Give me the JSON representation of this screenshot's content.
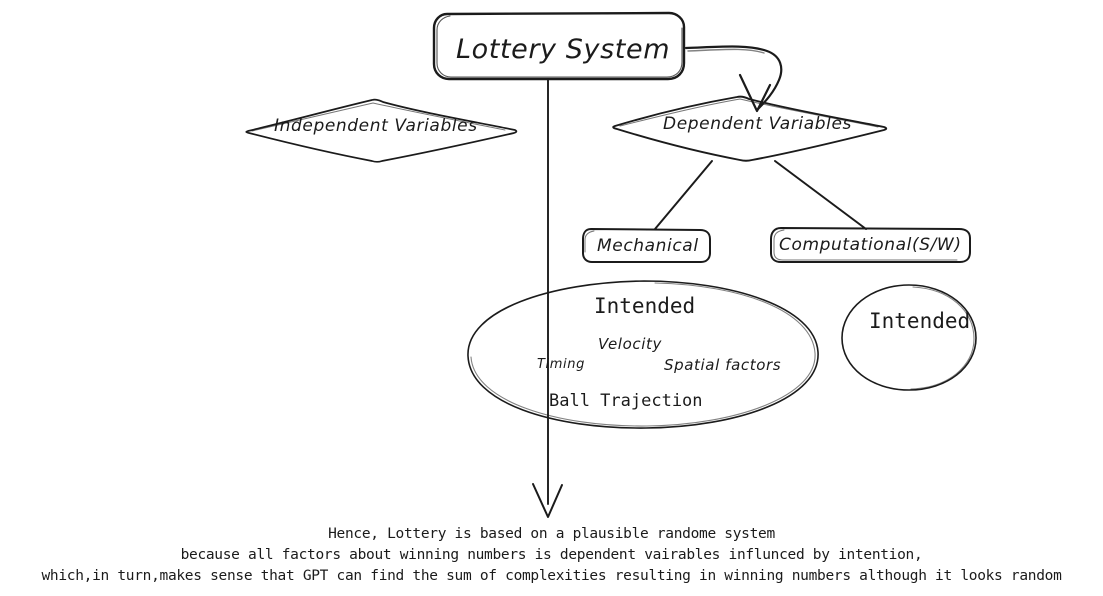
{
  "diagram": {
    "type": "hand-drawn concept map",
    "root": {
      "id": "lottery-system",
      "label": "Lottery System",
      "shape": "rounded-rectangle"
    },
    "branches": [
      {
        "id": "independent-variables",
        "label": "Independent Variables",
        "shape": "diamond"
      },
      {
        "id": "dependent-variables",
        "label": "Dependent Variables",
        "shape": "diamond"
      }
    ],
    "dependent_children": [
      {
        "id": "mechanical",
        "label": "Mechanical",
        "shape": "rounded-rectangle"
      },
      {
        "id": "computational",
        "label": "Computational(S/W)",
        "shape": "rounded-rectangle"
      }
    ],
    "mechanical_group": {
      "id": "mechanical-intended",
      "shape": "ellipse",
      "heading": "Intended",
      "factors": [
        {
          "id": "velocity",
          "label": "Velocity"
        },
        {
          "id": "timing",
          "label": "Timing"
        },
        {
          "id": "spatial-factors",
          "label": "Spatial factors"
        },
        {
          "id": "ball-trajection",
          "label": "Ball Trajection"
        }
      ]
    },
    "computational_group": {
      "id": "computational-intended",
      "shape": "circle",
      "heading": "Intended"
    },
    "conclusion": {
      "lines": [
        "Hence, Lottery is based on a plausible randome system",
        "because all factors about winning numbers is dependent vairables influnced by intention,",
        "which,in turn,makes sense that GPT can find the sum of complexities resulting in winning numbers although it looks random"
      ]
    },
    "colors": {
      "stroke": "#1b1b1b",
      "background": "#ffffff",
      "text": "#1b1b1b"
    }
  }
}
